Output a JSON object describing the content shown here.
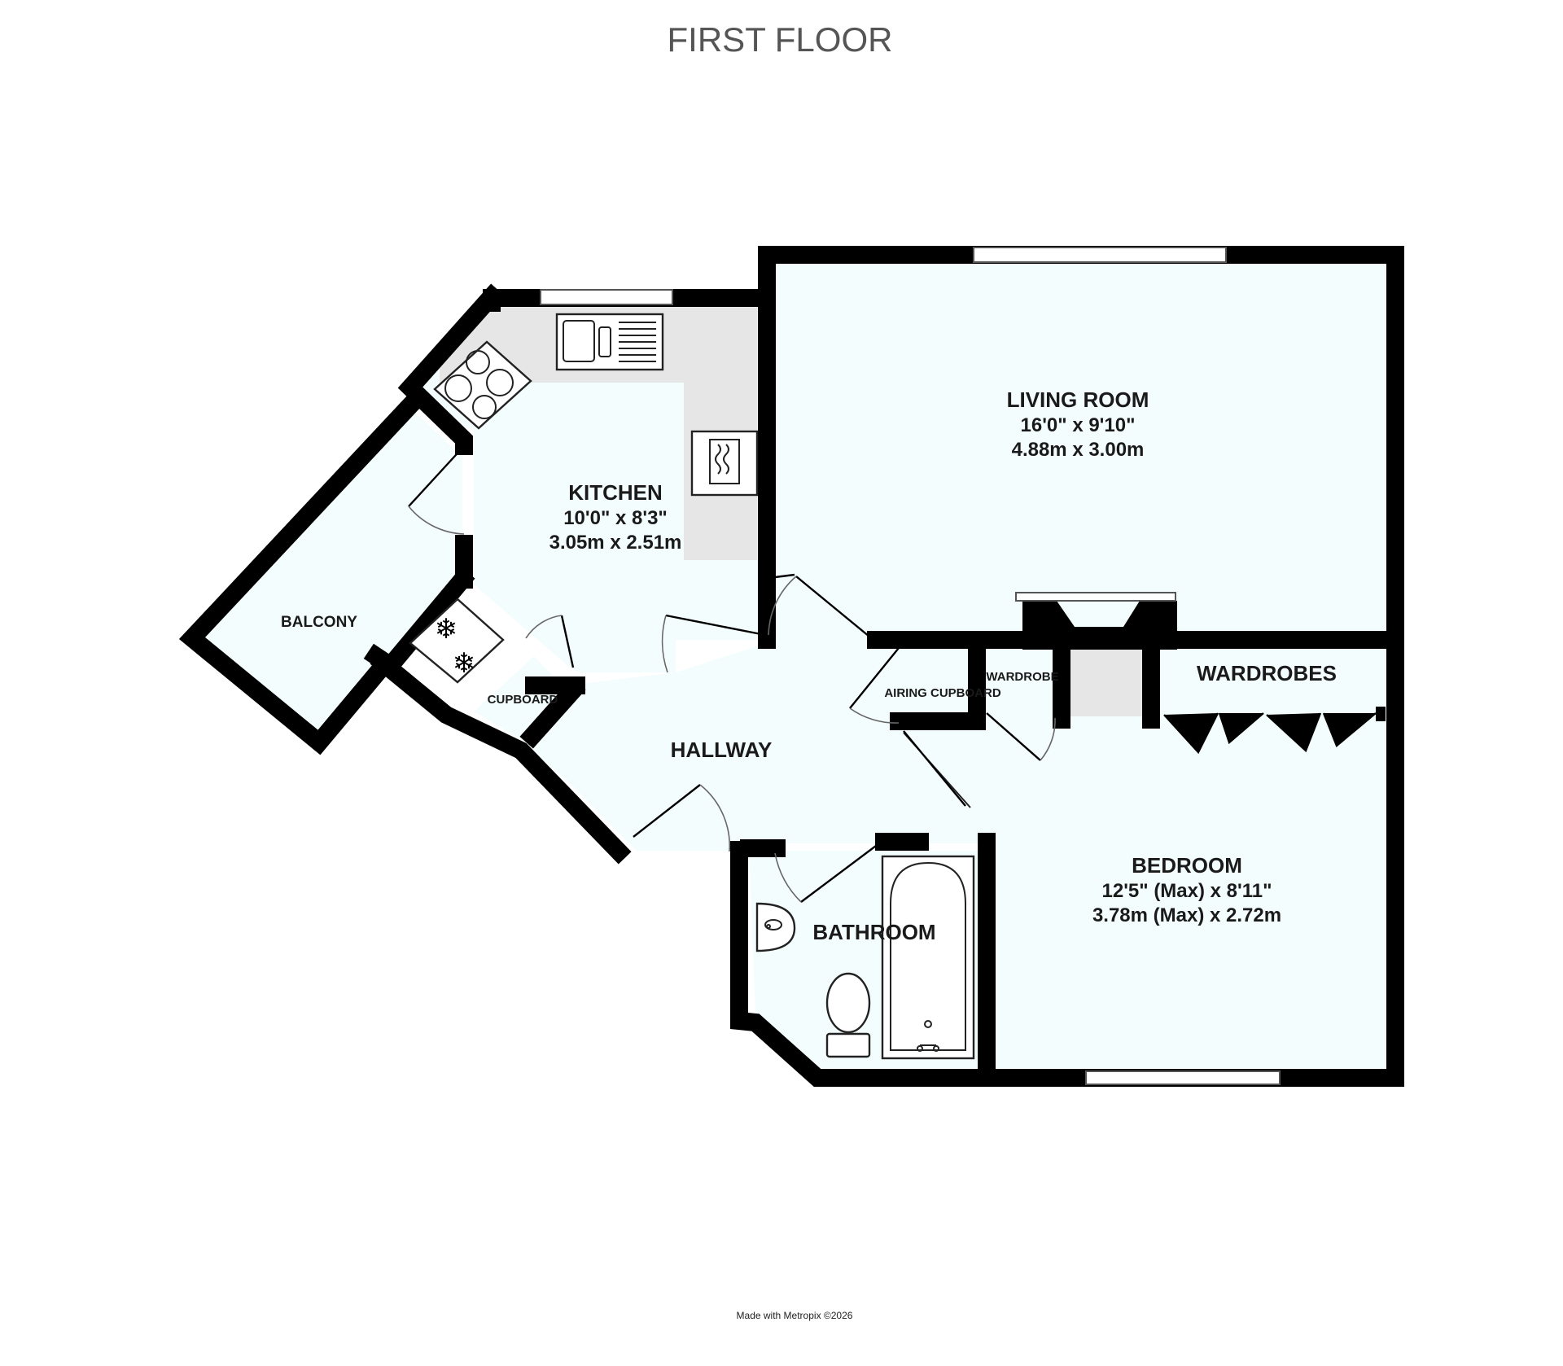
{
  "plan": {
    "floor_title": "FIRST FLOOR",
    "credit": "Made with Metropix ©2026",
    "colors": {
      "floor": "#f4fdfd",
      "wall": "#000000",
      "worktop": "#e6e6e6",
      "title": "#555555"
    },
    "rooms": {
      "living_room": {
        "name": "LIVING ROOM",
        "dim_imperial": "16'0\"  x 9'10\"",
        "dim_metric": "4.88m  x 3.00m"
      },
      "kitchen": {
        "name": "KITCHEN",
        "dim_imperial": "10'0\"  x 8'3\"",
        "dim_metric": "3.05m  x 2.51m"
      },
      "bedroom": {
        "name": "BEDROOM",
        "dim_imperial": "12'5\" (Max) x 8'11\"",
        "dim_metric": "3.78m (Max) x 2.72m"
      },
      "balcony": {
        "name": "BALCONY"
      },
      "hallway": {
        "name": "HALLWAY"
      },
      "bathroom": {
        "name": "BATHROOM"
      },
      "cupboard": {
        "name": "CUPBOARD"
      },
      "airing_cupboard": {
        "name": "AIRING CUPBOARD"
      },
      "wardrobe": {
        "name": "WARDROBE"
      },
      "wardrobes": {
        "name": "WARDROBES"
      }
    },
    "icons": [
      "hob-icon",
      "sink-icon",
      "fridge-freezer-icon",
      "radiator-icon",
      "bath-icon",
      "toilet-icon",
      "basin-icon"
    ]
  }
}
